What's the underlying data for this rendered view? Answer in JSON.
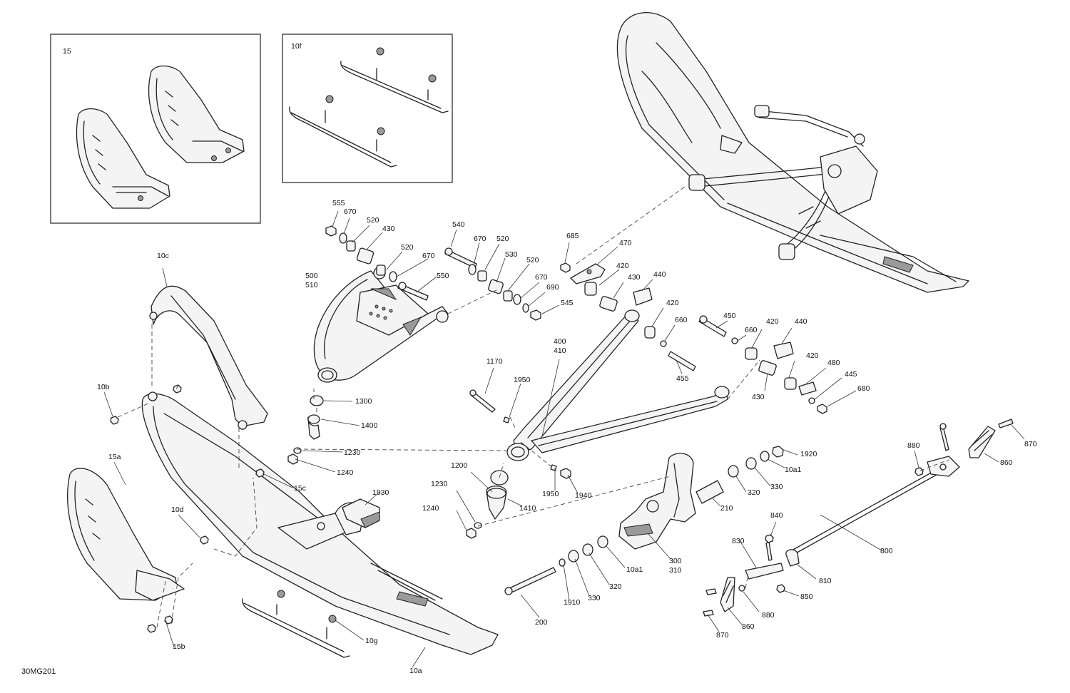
{
  "diagram_code": "30MG201",
  "inset_labels": [
    "15",
    "10f"
  ],
  "callouts": [
    {
      "id": "c555",
      "lines": [
        "555"
      ]
    },
    {
      "id": "c670a",
      "lines": [
        "670"
      ]
    },
    {
      "id": "c520a",
      "lines": [
        "520"
      ]
    },
    {
      "id": "c430a",
      "lines": [
        "430"
      ]
    },
    {
      "id": "c520b",
      "lines": [
        "520"
      ]
    },
    {
      "id": "c670b",
      "lines": [
        "670"
      ]
    },
    {
      "id": "c550",
      "lines": [
        "550"
      ]
    },
    {
      "id": "c500",
      "lines": [
        "500",
        "510"
      ]
    },
    {
      "id": "c540",
      "lines": [
        "540"
      ]
    },
    {
      "id": "c670c",
      "lines": [
        "670"
      ]
    },
    {
      "id": "c520c",
      "lines": [
        "520"
      ]
    },
    {
      "id": "c530",
      "lines": [
        "530"
      ]
    },
    {
      "id": "c520d",
      "lines": [
        "520"
      ]
    },
    {
      "id": "c670d",
      "lines": [
        "670"
      ]
    },
    {
      "id": "c690",
      "lines": [
        "690"
      ]
    },
    {
      "id": "c545",
      "lines": [
        "545"
      ]
    },
    {
      "id": "c685",
      "lines": [
        "685"
      ]
    },
    {
      "id": "c470",
      "lines": [
        "470"
      ]
    },
    {
      "id": "c420a",
      "lines": [
        "420"
      ]
    },
    {
      "id": "c430b",
      "lines": [
        "430"
      ]
    },
    {
      "id": "c440a",
      "lines": [
        "440"
      ]
    },
    {
      "id": "c420b",
      "lines": [
        "420"
      ]
    },
    {
      "id": "c660a",
      "lines": [
        "660"
      ]
    },
    {
      "id": "c455",
      "lines": [
        "455"
      ]
    },
    {
      "id": "c450",
      "lines": [
        "450"
      ]
    },
    {
      "id": "c660b",
      "lines": [
        "660"
      ]
    },
    {
      "id": "c420c",
      "lines": [
        "420"
      ]
    },
    {
      "id": "c440b",
      "lines": [
        "440"
      ]
    },
    {
      "id": "c420d",
      "lines": [
        "420"
      ]
    },
    {
      "id": "c480",
      "lines": [
        "480"
      ]
    },
    {
      "id": "c445",
      "lines": [
        "445"
      ]
    },
    {
      "id": "c680",
      "lines": [
        "680"
      ]
    },
    {
      "id": "c430c",
      "lines": [
        "430"
      ]
    },
    {
      "id": "c400",
      "lines": [
        "400",
        "410"
      ]
    },
    {
      "id": "c1170",
      "lines": [
        "1170"
      ]
    },
    {
      "id": "c1950a",
      "lines": [
        "1950"
      ]
    },
    {
      "id": "c10c",
      "lines": [
        "10c"
      ]
    },
    {
      "id": "c10b",
      "lines": [
        "10b"
      ]
    },
    {
      "id": "c1300",
      "lines": [
        "1300"
      ]
    },
    {
      "id": "c1400",
      "lines": [
        "1400"
      ]
    },
    {
      "id": "c1230a",
      "lines": [
        "1230"
      ]
    },
    {
      "id": "c1240a",
      "lines": [
        "1240"
      ]
    },
    {
      "id": "c15a",
      "lines": [
        "15a"
      ]
    },
    {
      "id": "c15c",
      "lines": [
        "15c"
      ]
    },
    {
      "id": "c1930",
      "lines": [
        "1930"
      ]
    },
    {
      "id": "c10d",
      "lines": [
        "10d"
      ]
    },
    {
      "id": "c1200",
      "lines": [
        "1200"
      ]
    },
    {
      "id": "c1230b",
      "lines": [
        "1230"
      ]
    },
    {
      "id": "c1240b",
      "lines": [
        "1240"
      ]
    },
    {
      "id": "c1410",
      "lines": [
        "1410"
      ]
    },
    {
      "id": "c1950b",
      "lines": [
        "1950"
      ]
    },
    {
      "id": "c1940",
      "lines": [
        "1940"
      ]
    },
    {
      "id": "c210",
      "lines": [
        "210"
      ]
    },
    {
      "id": "c320a",
      "lines": [
        "320"
      ]
    },
    {
      "id": "c330a",
      "lines": [
        "330"
      ]
    },
    {
      "id": "c10a1a",
      "lines": [
        "10a1"
      ]
    },
    {
      "id": "c1920",
      "lines": [
        "1920"
      ]
    },
    {
      "id": "c300",
      "lines": [
        "300",
        "310"
      ]
    },
    {
      "id": "c10a1b",
      "lines": [
        "10a1"
      ]
    },
    {
      "id": "c320b",
      "lines": [
        "320"
      ]
    },
    {
      "id": "c330b",
      "lines": [
        "330"
      ]
    },
    {
      "id": "c1910",
      "lines": [
        "1910"
      ]
    },
    {
      "id": "c200",
      "lines": [
        "200"
      ]
    },
    {
      "id": "c880a",
      "lines": [
        "880"
      ]
    },
    {
      "id": "c870a",
      "lines": [
        "870"
      ]
    },
    {
      "id": "c860a",
      "lines": [
        "860"
      ]
    },
    {
      "id": "c800",
      "lines": [
        "800"
      ]
    },
    {
      "id": "c840",
      "lines": [
        "840"
      ]
    },
    {
      "id": "c830",
      "lines": [
        "830"
      ]
    },
    {
      "id": "c810",
      "lines": [
        "810"
      ]
    },
    {
      "id": "c850",
      "lines": [
        "850"
      ]
    },
    {
      "id": "c880b",
      "lines": [
        "880"
      ]
    },
    {
      "id": "c860b",
      "lines": [
        "860"
      ]
    },
    {
      "id": "c870b",
      "lines": [
        "870"
      ]
    },
    {
      "id": "c15b",
      "lines": [
        "15b"
      ]
    },
    {
      "id": "c10g",
      "lines": [
        "10g"
      ]
    },
    {
      "id": "c10a",
      "lines": [
        "10a"
      ]
    }
  ]
}
